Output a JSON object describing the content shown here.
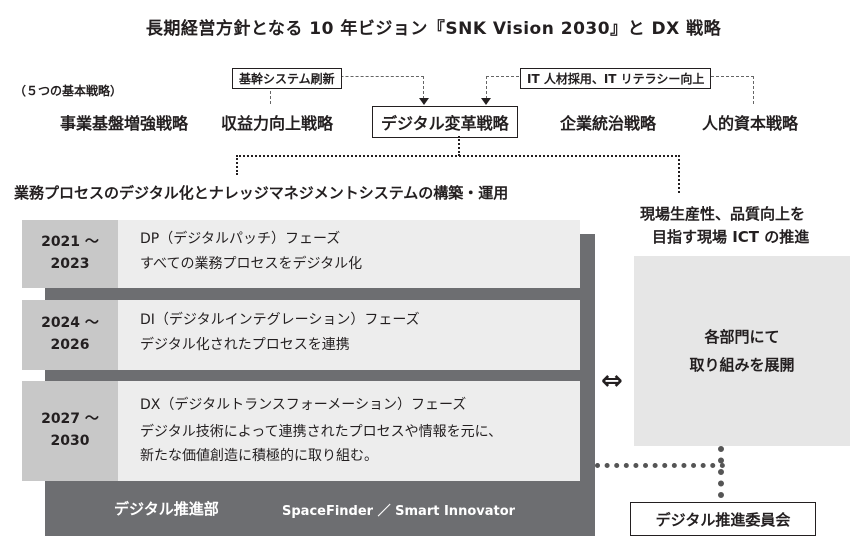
{
  "title": "長期経営方針となる 10 年ビジョン『SNK Vision 2030』と DX 戦略",
  "note": "（５つの基本戦略）",
  "strategies": [
    "事業基盤増強戦略",
    "収益力向上戦略",
    "デジタル変革戦略",
    "企業統治戦略",
    "人的資本戦略"
  ],
  "tags": {
    "left": "基幹システム刷新",
    "right": "IT 人材採用、IT リテラシー向上"
  },
  "left_heading": "業務プロセスのデジタル化とナレッジマネジメントシステムの構築・運用",
  "right_heading": [
    "現場生産性、品質向上を",
    "目指す現場 ICT の推進"
  ],
  "phases": [
    {
      "year_from": "2021 ～",
      "year_to": "2023",
      "name": "DP（デジタルパッチ）フェーズ",
      "desc": [
        "すべての業務プロセスをデジタル化"
      ]
    },
    {
      "year_from": "2024 ～",
      "year_to": "2026",
      "name": "DI（デジタルインテグレーション）フェーズ",
      "desc": [
        "デジタル化されたプロセスを連携"
      ]
    },
    {
      "year_from": "2027 ～",
      "year_to": "2030",
      "name": "DX（デジタルトランスフォーメーション）フェーズ",
      "desc": [
        "デジタル技術によって連携されたプロセスや情報を元に、",
        "新たな価値創造に積極的に取り組む。"
      ]
    }
  ],
  "footer": {
    "dept": "デジタル推進部",
    "tools": "SpaceFinder ／ Smart Innovator"
  },
  "right_box": [
    "各部門にて",
    "取り組みを展開"
  ],
  "committee": "デジタル推進委員会",
  "arrow": "⇔"
}
